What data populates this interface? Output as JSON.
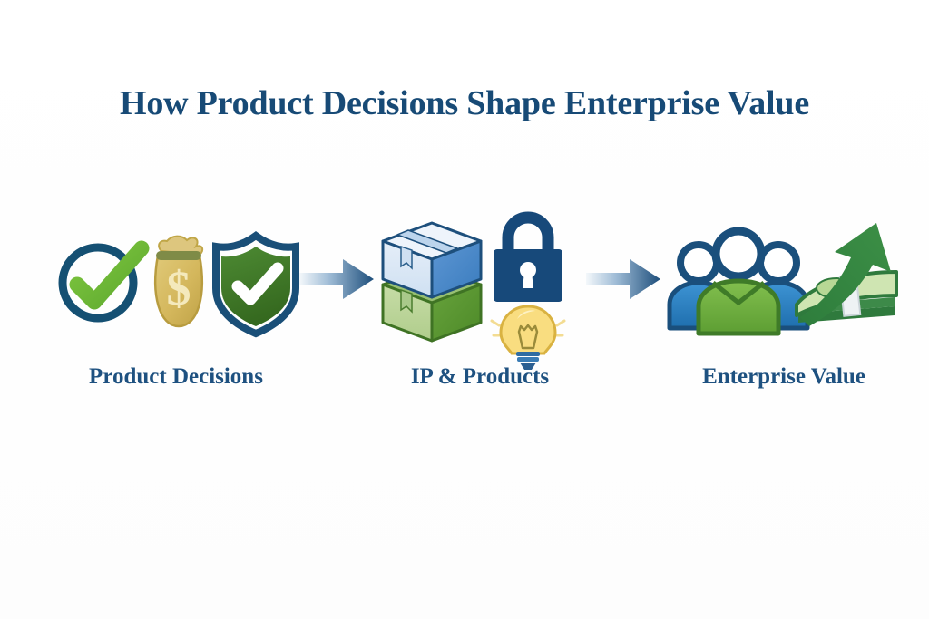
{
  "page": {
    "title": "How Product Decisions Shape Enterprise Value",
    "background_color": "#ffffff",
    "title_color": "#174a76",
    "label_color": "#1e5180"
  },
  "diagram": {
    "type": "process-flow",
    "direction": "left-to-right",
    "stage_count": 3,
    "stages": [
      {
        "id": "product-decisions",
        "label": "Product Decisions",
        "icons": [
          {
            "name": "check-circle-icon",
            "description": "navy circle outline with green checkmark",
            "colors": {
              "ring": "#155073",
              "check": "#6cbb3c"
            }
          },
          {
            "name": "money-bag-icon",
            "description": "gold money bag with dollar sign",
            "colors": {
              "bag": "#d6b95f",
              "bag_dark": "#c5a64c",
              "symbol": "#f2e6b4",
              "tie": "#7f8b47"
            }
          },
          {
            "name": "shield-check-icon",
            "description": "green shield with white checkmark and navy outline",
            "colors": {
              "outline": "#1a4f78",
              "fill": "#3d7a2a",
              "check": "#ffffff"
            }
          }
        ]
      },
      {
        "id": "ip-and-products",
        "label": "IP & Products",
        "icons": [
          {
            "name": "stacked-boxes-icon",
            "description": "blue box stacked on green box, isometric",
            "colors": {
              "blue_top": "#d3e3f4",
              "blue_front": "#4f8fd0",
              "blue_side": "#3f7fc0",
              "blue_outline": "#1d4f7c",
              "green_top": "#bcd79a",
              "green_front": "#5f9a3a",
              "green_side": "#4f8a2f",
              "green_outline": "#3a6b22"
            }
          },
          {
            "name": "padlock-icon",
            "description": "closed navy padlock with keyhole",
            "colors": {
              "body": "#17497a",
              "shackle": "#17497a"
            }
          },
          {
            "name": "lightbulb-icon",
            "description": "yellow glowing lightbulb with striped base",
            "colors": {
              "glass": "#f7d772",
              "glass_light": "#fae9a8",
              "outline": "#d8ae3f",
              "base": "#2f6ca3",
              "rays": "#f4de95"
            }
          }
        ]
      },
      {
        "id": "enterprise-value",
        "label": "Enterprise Value",
        "icons": [
          {
            "name": "people-group-icon",
            "description": "three people, center green, sides blue, navy head rings",
            "colors": {
              "head_ring": "#1a4f7c",
              "center_body": "#6cad3f",
              "side_body": "#2a81c4"
            }
          },
          {
            "name": "cash-stack-icon",
            "description": "stack of green banknotes with white band",
            "colors": {
              "note": "#cde5b4",
              "note_dark": "#2f7a3d",
              "band": "#e9eef1"
            }
          },
          {
            "name": "growth-arrow-icon",
            "description": "green curved arrow pointing up and right",
            "colors": {
              "arrow": "#2f7a3d"
            }
          }
        ]
      }
    ],
    "connectors": [
      {
        "name": "arrow-connector-1",
        "from": "product-decisions",
        "to": "ip-and-products",
        "style": "gradient block arrow",
        "colors": {
          "start": "#eef3f8",
          "end": "#1e4f7c"
        }
      },
      {
        "name": "arrow-connector-2",
        "from": "ip-and-products",
        "to": "enterprise-value",
        "style": "gradient block arrow",
        "colors": {
          "start": "#eef3f8",
          "end": "#1e4f7c"
        }
      }
    ]
  }
}
